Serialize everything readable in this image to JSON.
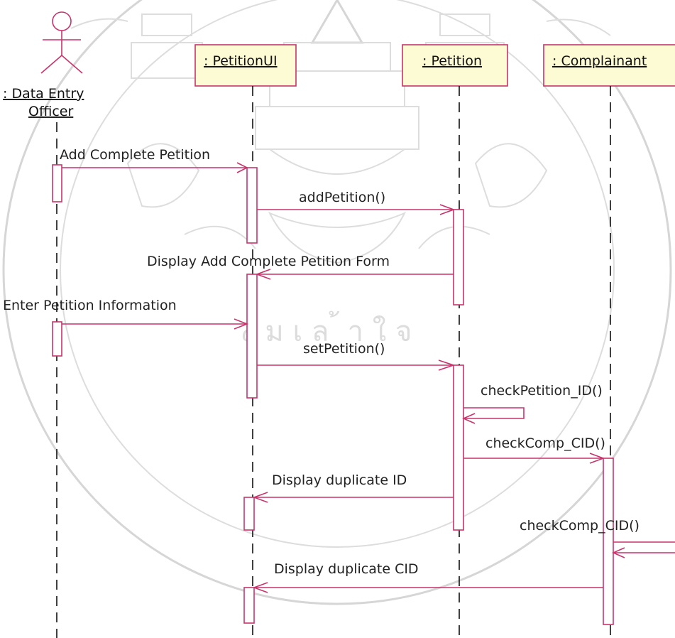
{
  "diagram": {
    "actor": {
      "label_line1": ": Data Entry",
      "label_line2": "Officer"
    },
    "objects": [
      {
        "label": ": PetitionUI"
      },
      {
        "label": ": Petition"
      },
      {
        "label": ": Complainant"
      }
    ],
    "messages": [
      {
        "label": "Add Complete Petition"
      },
      {
        "label": "addPetition()"
      },
      {
        "label": "Display Add Complete Petition Form"
      },
      {
        "label": "Enter Petition Information"
      },
      {
        "label": "setPetition()"
      },
      {
        "label": "checkPetition_ID()"
      },
      {
        "label": "checkComp_CID()"
      },
      {
        "label": "Display duplicate ID"
      },
      {
        "label": "checkComp_CID()"
      },
      {
        "label": "Display duplicate CID"
      }
    ],
    "colors": {
      "line": "#c8346b",
      "object_fill": "#fdfbd3",
      "lifeline": "#111111",
      "watermark": "#d6d6d6"
    }
  }
}
